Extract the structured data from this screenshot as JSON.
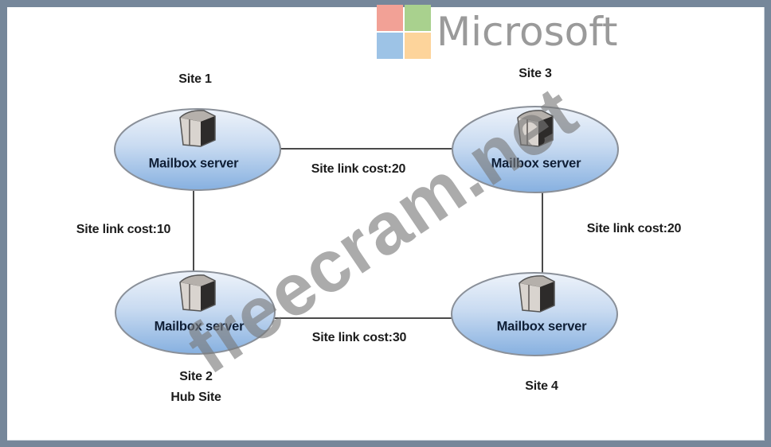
{
  "logo": {
    "text": "Microsoft",
    "squares": [
      "#f2a196",
      "#a9d18e",
      "#9dc3e6",
      "#fdd49b"
    ]
  },
  "diagram": {
    "title": "",
    "sites": [
      {
        "id": "site1",
        "name": "Site 1",
        "subtitle": "",
        "server_label": "Mailbox server"
      },
      {
        "id": "site2",
        "name": "Site 2",
        "subtitle": "Hub Site",
        "server_label": "Mailbox server"
      },
      {
        "id": "site3",
        "name": "Site 3",
        "subtitle": "",
        "server_label": "Mailbox server"
      },
      {
        "id": "site4",
        "name": "Site 4",
        "subtitle": "",
        "server_label": "Mailbox server"
      }
    ],
    "links": [
      {
        "from": "site1",
        "to": "site3",
        "label": "Site link cost:20",
        "cost": 20
      },
      {
        "from": "site1",
        "to": "site2",
        "label": "Site link cost:10",
        "cost": 10
      },
      {
        "from": "site3",
        "to": "site4",
        "label": "Site link cost:20",
        "cost": 20
      },
      {
        "from": "site2",
        "to": "site4",
        "label": "Site link cost:30",
        "cost": 30
      }
    ]
  },
  "watermark": {
    "text": "freecram.net"
  },
  "colors": {
    "frame": "#76879a",
    "ellipse_top": "#e6eef8",
    "ellipse_bottom": "#8fb6e2",
    "ellipse_stroke": "#8a9099",
    "link_line": "#4a4a4a"
  }
}
